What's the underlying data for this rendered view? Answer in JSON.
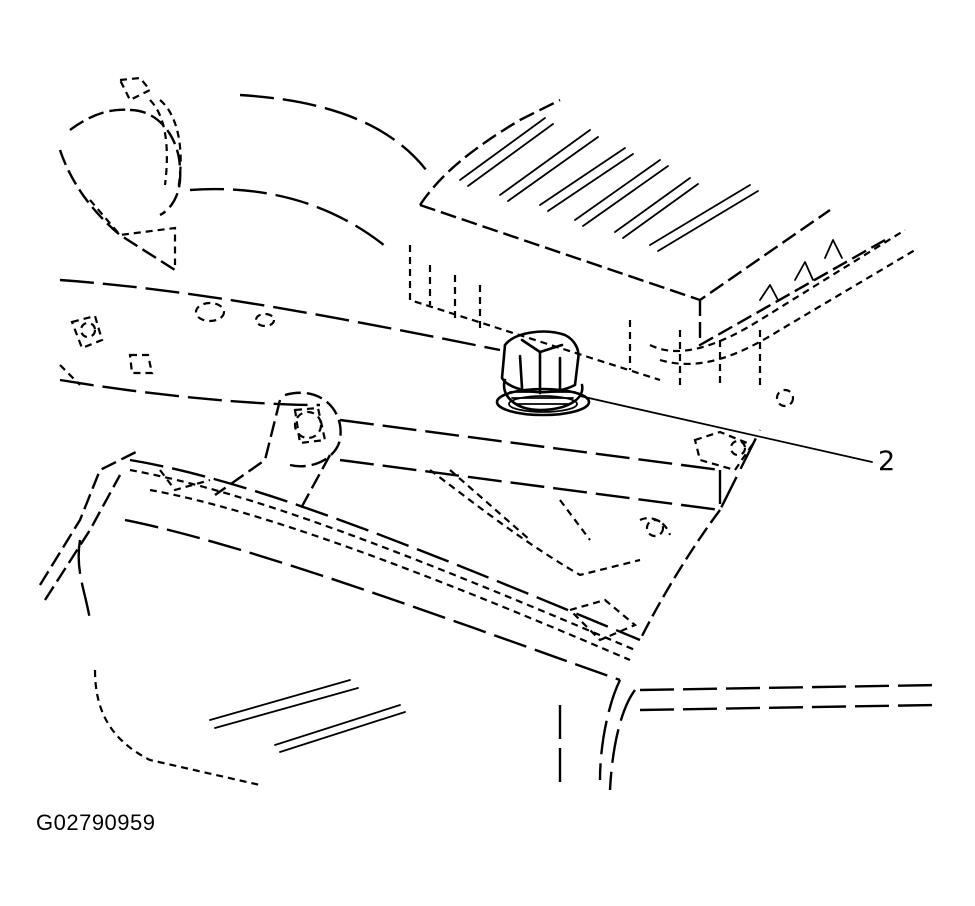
{
  "diagram": {
    "callouts": [
      {
        "label": "2",
        "target": "drain-plug"
      }
    ],
    "figure_id": "G02790959"
  }
}
